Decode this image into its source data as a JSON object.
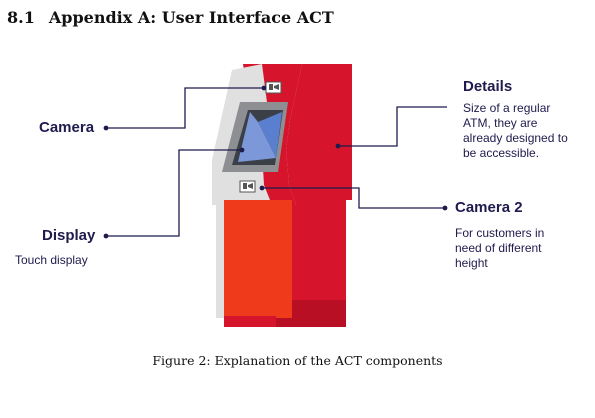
{
  "heading": {
    "number": "8.1",
    "title": "Appendix A: User Interface ACT"
  },
  "figure": {
    "labels": {
      "camera": "Camera",
      "display": "Display",
      "display_desc": "Touch display",
      "details": "Details",
      "details_desc": "Size of a regular ATM, they are already designed to be accessible.",
      "camera2": "Camera 2",
      "camera2_desc": "For customers in need of different height"
    },
    "caption": "Figure 2: Explanation of the ACT components",
    "colors": {
      "atm_red": "#d6142c",
      "atm_dark_red": "#b80f24",
      "atm_orange_red": "#ef3b1c",
      "panel_grey": "#d9d9d9",
      "screen_dark": "#3a3f48",
      "screen_blue": "#5a7fcf",
      "label_navy": "#1f1b4d"
    }
  }
}
